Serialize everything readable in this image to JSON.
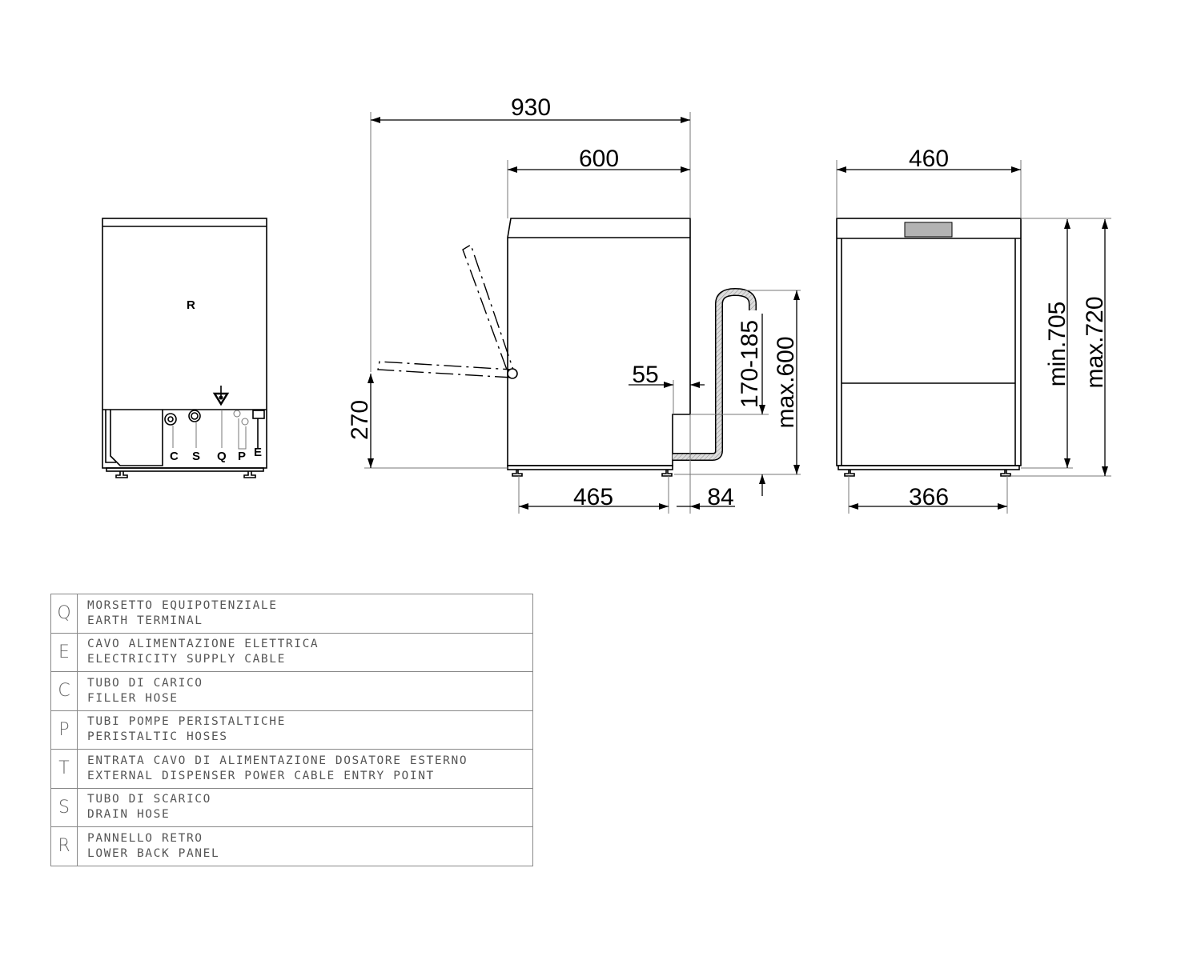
{
  "back_view": {
    "panel_label": "R",
    "connection_labels": [
      "C",
      "S",
      "Q",
      "P",
      "E"
    ]
  },
  "side_view": {
    "dim_total_depth": "930",
    "dim_depth": "600",
    "dim_door_height": "270",
    "dim_recess": "55",
    "dim_drain_range": "170-185",
    "dim_drain_max": "max.600",
    "dim_feet_spacing": "465",
    "dim_hose_offset": "84"
  },
  "front_view": {
    "dim_width": "460",
    "dim_feet_spacing": "366",
    "dim_min_height": "min.705",
    "dim_max_height": "max.720"
  },
  "legend": [
    {
      "key": "Q",
      "it": "MORSETTO EQUIPOTENZIALE",
      "en": "EARTH TERMINAL"
    },
    {
      "key": "E",
      "it": "CAVO ALIMENTAZIONE ELETTRICA",
      "en": "ELECTRICITY SUPPLY CABLE"
    },
    {
      "key": "C",
      "it": "TUBO DI CARICO",
      "en": "FILLER HOSE"
    },
    {
      "key": "P",
      "it": "TUBI POMPE PERISTALTICHE",
      "en": "PERISTALTIC HOSES"
    },
    {
      "key": "T",
      "it": "ENTRATA CAVO DI ALIMENTAZIONE DOSATORE ESTERNO",
      "en": "EXTERNAL DISPENSER POWER CABLE ENTRY POINT"
    },
    {
      "key": "S",
      "it": "TUBO DI SCARICO",
      "en": "DRAIN HOSE"
    },
    {
      "key": "R",
      "it": "PANNELLO RETRO",
      "en": "LOWER BACK PANEL"
    }
  ],
  "colors": {
    "line": "#000000",
    "display": "#b3b3b3",
    "hose": "#bdbdbd"
  }
}
